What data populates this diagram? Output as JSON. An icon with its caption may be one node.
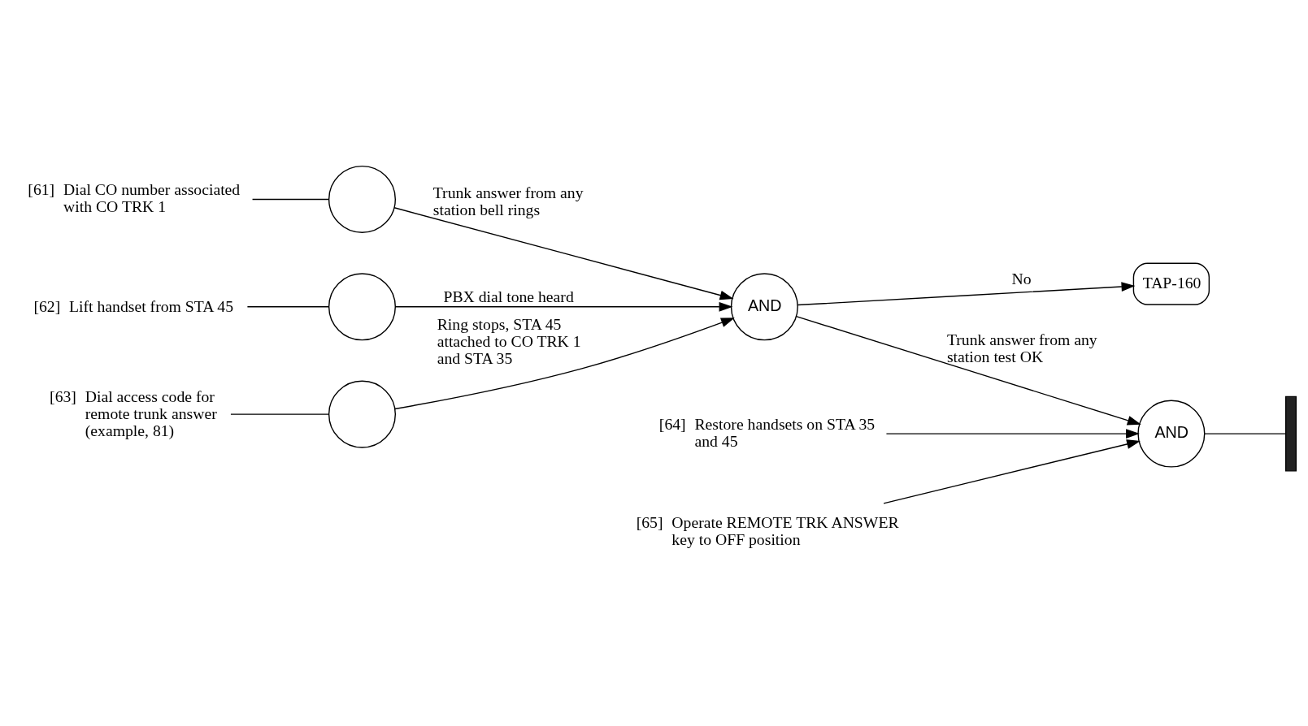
{
  "diagram": {
    "nodes": [
      {
        "text": [
          "[61]",
          "Dial CO number associated with CO TRK 1"
        ]
      },
      {
        "text": [],
        "shape": "circle"
      },
      {
        "text": [
          "[62]",
          "Lift handset from STA 45"
        ]
      },
      {
        "text": [],
        "shape": "circle"
      },
      {
        "text": [
          "[63]",
          "Dial access code for remote trunk answer (example, 81)"
        ]
      },
      {
        "text": [],
        "shape": "circle"
      },
      {
        "text": [
          "AND"
        ]
      },
      {
        "text": [
          "TAP-160"
        ]
      },
      {
        "text": [
          "[64]",
          "Restore handsets on STA 35 and 45"
        ]
      },
      {
        "text": [
          "[65]",
          "Operate REMOTE TRK ANSWER key to OFF position"
        ]
      },
      {
        "text": [
          "AND"
        ]
      },
      {
        "text": [],
        "shape": "bar"
      }
    ],
    "edges": [
      {
        "from": 0,
        "to": 1,
        "arrow": "none"
      },
      {
        "from": 1,
        "to": 6,
        "arrow": "to",
        "label": "Trunk answer from any station bell rings"
      },
      {
        "from": 2,
        "to": 3,
        "arrow": "none"
      },
      {
        "from": 3,
        "to": 6,
        "arrow": "to",
        "label": "PBX dial tone heard"
      },
      {
        "from": 4,
        "to": 5,
        "arrow": "none"
      },
      {
        "from": 5,
        "to": 6,
        "arrow": "to",
        "label": "Ring stops, STA 45 attached to CO TRK 1 and STA 35"
      },
      {
        "from": 6,
        "to": 10,
        "arrow": "to",
        "label": "Trunk answer from any station test OK"
      },
      {
        "from": 6,
        "to": 7,
        "arrow": "to",
        "label": "No"
      },
      {
        "from": 8,
        "to": 10,
        "arrow": "to"
      },
      {
        "from": 9,
        "to": 10,
        "arrow": "to"
      },
      {
        "from": 10,
        "to": 11,
        "arrow": "none"
      }
    ]
  }
}
